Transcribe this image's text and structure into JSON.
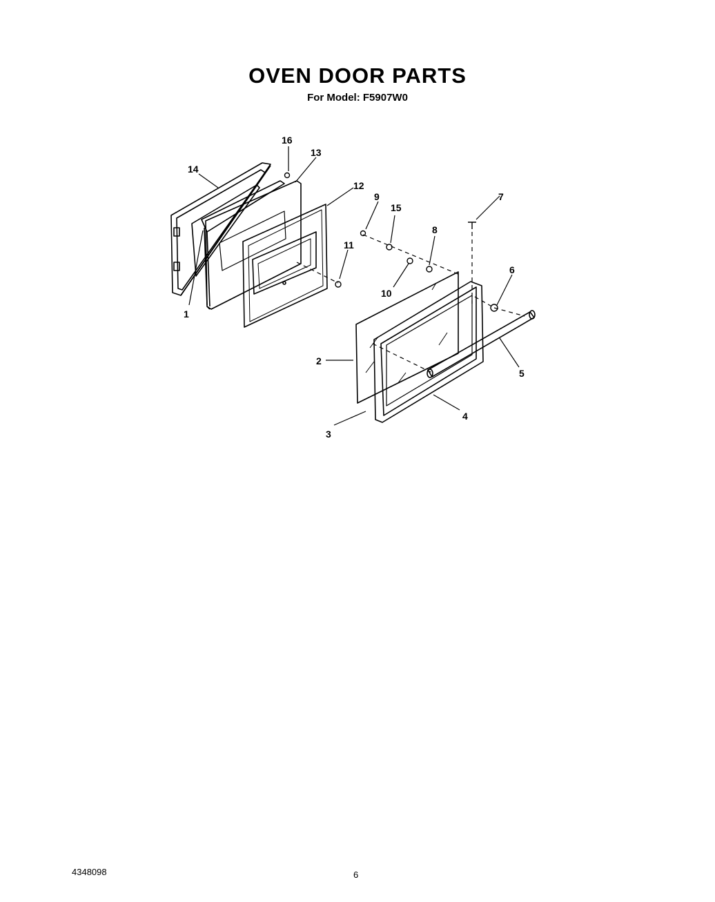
{
  "header": {
    "title": "OVEN DOOR PARTS",
    "subtitle": "For Model: F5907W0"
  },
  "callouts": [
    "1",
    "2",
    "3",
    "4",
    "5",
    "6",
    "7",
    "8",
    "9",
    "10",
    "11",
    "12",
    "13",
    "14",
    "15",
    "16"
  ],
  "footer": {
    "doc_number": "4348098",
    "page_number": "6"
  }
}
